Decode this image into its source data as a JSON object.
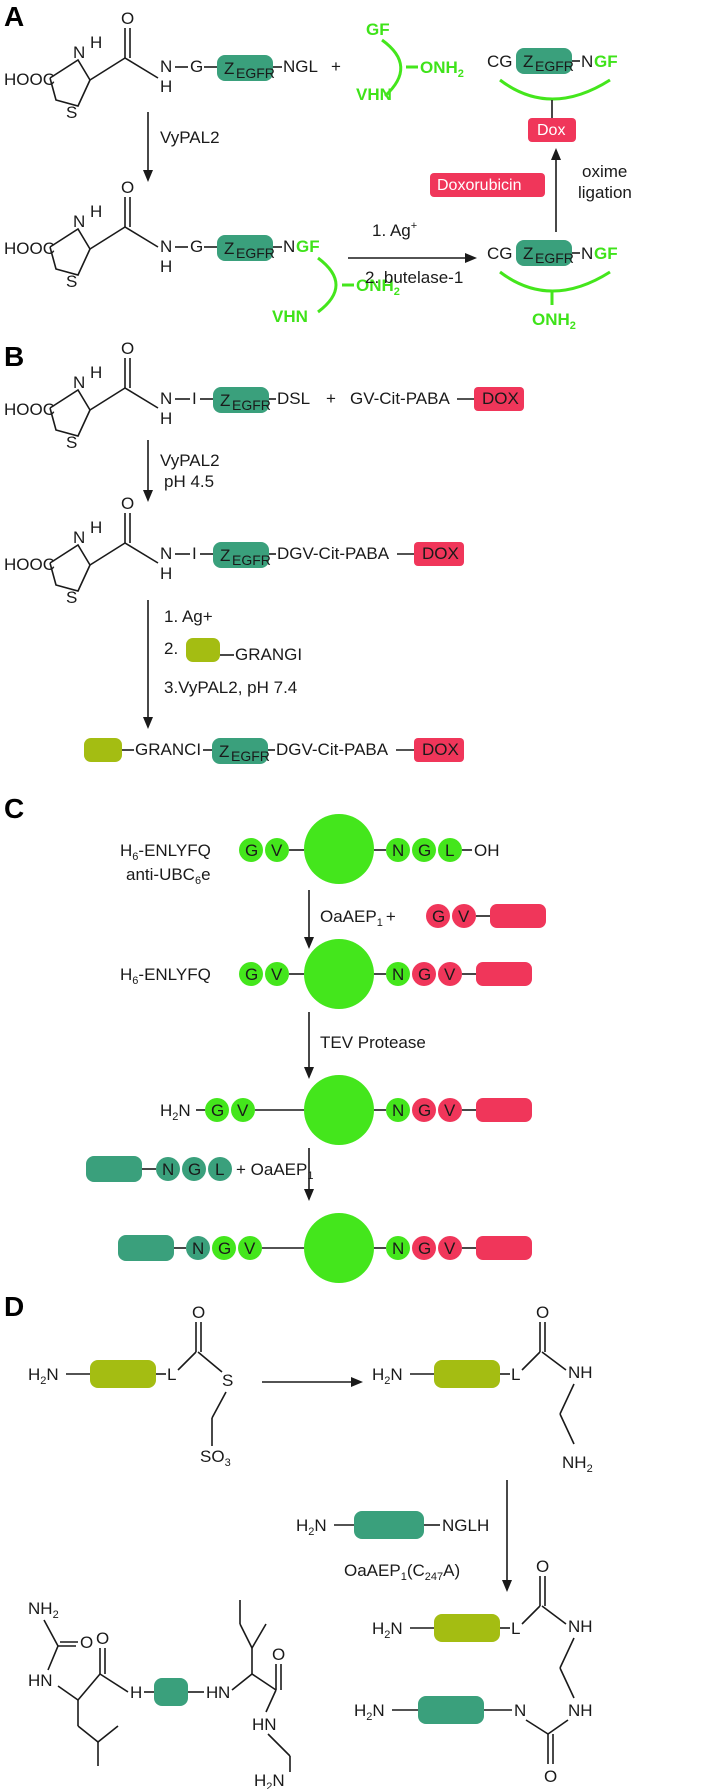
{
  "colors": {
    "teal": "#3aa07c",
    "green": "#44e61c",
    "red": "#f0365a",
    "olive": "#a4bd12",
    "ink": "#1a1a1a"
  },
  "sections": [
    "A",
    "B",
    "C",
    "D"
  ],
  "a": {
    "hooc": "HOOC",
    "nh": "N",
    "h": "H",
    "s": "S",
    "o": "O",
    "g": "G",
    "z": "Z",
    "egfr": "EGFR",
    "ngl": "NGL",
    "plus": "+",
    "gf": "GF",
    "onh2": "ONH",
    "sub2": "2",
    "vhn": "VHN",
    "vypal2": "VyPAL2",
    "step1": "1. Ag",
    "sup_plus": "+",
    "step2": "2. butelase-1",
    "cg": "CG",
    "n": "N",
    "dox": "Dox",
    "doxorubicin": "Doxorubicin",
    "oxime": "oxime",
    "ligation": "ligation"
  },
  "b": {
    "i": "I",
    "dsl": "DSL",
    "linker": "GV-Cit-PABA",
    "dox": "DOX",
    "vypal2": "VyPAL2",
    "ph45": "pH 4.5",
    "dgv": "DGV-Cit-PABA",
    "s1": "1. Ag+",
    "s2": "2.",
    "grangi": "GRANGI",
    "s3": "3.VyPAL2, pH 7.4",
    "granci": "GRANCI"
  },
  "c": {
    "h6": "H",
    "six": "6",
    "enlyfq": "-ENLYFQ",
    "g": "G",
    "v": "V",
    "n": "N",
    "l": "L",
    "oh": "OH",
    "anti": "anti-UBC",
    "anti_sub": "6",
    "anti_e": "e",
    "oaaep": "OaAEP",
    "one": "1",
    "plus": "+",
    "tev": "TEV Protease",
    "h2n": "H",
    "h2n_n": "N",
    "two": "2",
    "plus_oaaep": "+ OaAEP"
  },
  "d": {
    "h2n": "H",
    "n": "N",
    "two": "2",
    "l": "L",
    "o": "O",
    "s": "S",
    "so3": "SO",
    "three": "3",
    "nh": "NH",
    "nh2": "NH",
    "nglh": "NGLH",
    "oaaep": "OaAEP",
    "one": "1",
    "c247": "(C",
    "c247sub": "247",
    "c247end": "A)",
    "h": "H",
    "hn": "HN"
  }
}
